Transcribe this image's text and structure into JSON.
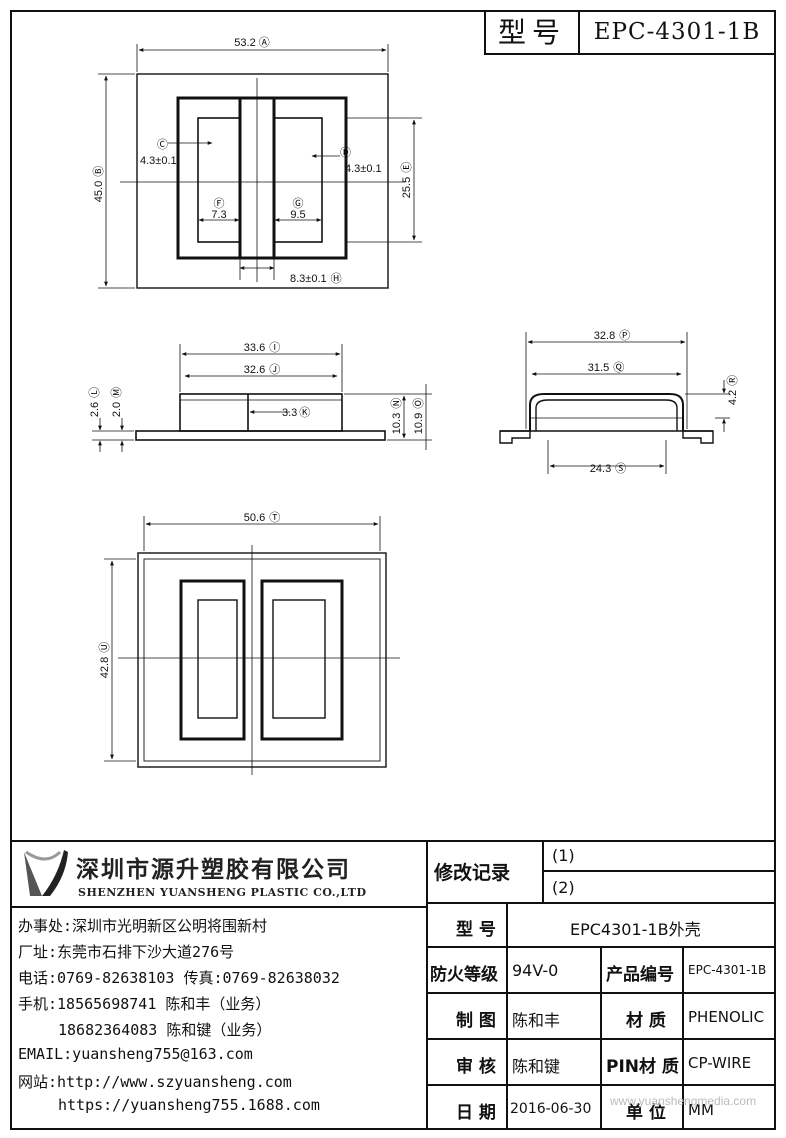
{
  "header": {
    "model_label": "型号",
    "model_value": "EPC-4301-1B"
  },
  "top_view": {
    "dim_width": "53.2",
    "dim_width_mark": "Ⓐ",
    "dim_height": "45.0",
    "dim_height_mark": "Ⓑ",
    "dim_left_slot": "4.3±0.1",
    "dim_left_slot_mark": "Ⓒ",
    "dim_right_slot": "4.3±0.1",
    "dim_right_slot_mark": "Ⓓ",
    "dim_right_height": "25.5",
    "dim_right_height_mark": "Ⓔ",
    "dim_left_inner": "7.3",
    "dim_left_inner_mark": "Ⓕ",
    "dim_right_inner": "9.5",
    "dim_right_inner_mark": "Ⓖ",
    "dim_center": "8.3±0.1",
    "dim_center_mark": "Ⓗ"
  },
  "front_view": {
    "dim_outer": "33.6",
    "dim_outer_mark": "Ⓘ",
    "dim_inner": "32.6",
    "dim_inner_mark": "Ⓙ",
    "dim_gap": "3.3",
    "dim_gap_mark": "Ⓚ",
    "dim_h1": "2.6",
    "dim_h1_mark": "Ⓛ",
    "dim_h2": "2.0",
    "dim_h2_mark": "Ⓜ",
    "dim_h3": "10.3",
    "dim_h3_mark": "Ⓝ",
    "dim_h4": "10.9",
    "dim_h4_mark": "Ⓞ"
  },
  "side_view": {
    "dim_outer": "32.8",
    "dim_outer_mark": "Ⓟ",
    "dim_mid": "31.5",
    "dim_mid_mark": "Ⓠ",
    "dim_height": "4.2",
    "dim_height_mark": "Ⓡ",
    "dim_bottom": "24.3",
    "dim_bottom_mark": "Ⓢ"
  },
  "bottom_view": {
    "dim_width": "50.6",
    "dim_width_mark": "Ⓣ",
    "dim_height": "42.8",
    "dim_height_mark": "Ⓤ"
  },
  "company": {
    "name_cn": "深圳市源升塑胶有限公司",
    "name_en": "SHENZHEN YUANSHENG PLASTIC CO.,LTD",
    "office": "办事处:深圳市光明新区公明将围新村",
    "factory": "厂址:东莞市石排下沙大道276号",
    "phone": "电话:0769-82638103 传真:0769-82638032",
    "mobile1": "手机:18565698741 陈和丰（业务）",
    "mobile2": "18682364083 陈和键（业务）",
    "email": "EMAIL:yuansheng755@163.com",
    "website1": "网站:http://www.szyuansheng.com",
    "website2": "https://yuansheng755.1688.com"
  },
  "revision": {
    "label": "修改记录",
    "row1": "(1)",
    "row2": "(2)"
  },
  "table": {
    "model_label": "型 号",
    "model_value": "EPC4301-1B外壳",
    "fire_label": "防火等级",
    "fire_value": "94V-0",
    "code_label": "产品编号",
    "code_value": "EPC-4301-1B",
    "drawn_label": "制 图",
    "drawn_value": "陈和丰",
    "material_label": "材 质",
    "material_value": "PHENOLIC",
    "review_label": "审 核",
    "review_value": "陈和键",
    "pin_label": "PIN材 质",
    "pin_value": "CP-WIRE",
    "date_label": "日 期",
    "date_value": "2016-06-30",
    "unit_label": "单 位",
    "unit_value": "MM"
  },
  "watermark": "www.yuanshengmedia.com"
}
